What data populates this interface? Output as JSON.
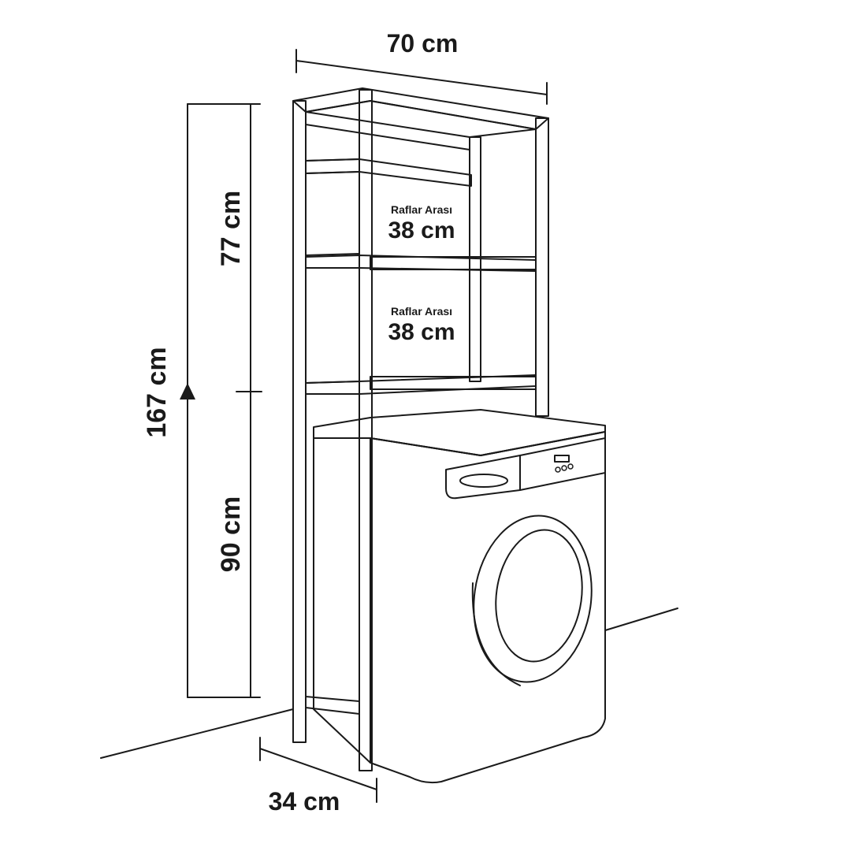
{
  "dimensions": {
    "width": "70 cm",
    "depth": "34 cm",
    "total_height": "167 cm",
    "upper_height": "77 cm",
    "lower_height": "90 cm"
  },
  "shelf_gaps": [
    {
      "label": "Raflar Arası",
      "value": "38 cm"
    },
    {
      "label": "Raflar Arası",
      "value": "38 cm"
    }
  ],
  "colors": {
    "line": "#1a1a1a",
    "background": "#ffffff"
  },
  "icons": {
    "height_marker": "triangle-marker-icon"
  }
}
